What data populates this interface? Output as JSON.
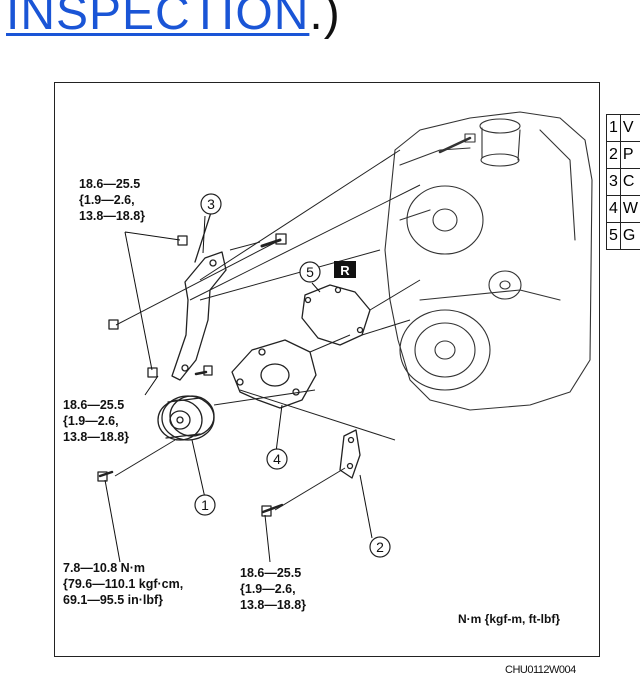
{
  "heading": {
    "link_text": "INSPECTION",
    "tail": ".)"
  },
  "callouts": {
    "t_bracket_top": [
      "18.6—25.5",
      "{1.9—2.6,",
      "13.8—18.8}"
    ],
    "t_bracket_mid": [
      "18.6—25.5",
      "{1.9—2.6,",
      "13.8—18.8}"
    ],
    "t_pulley": [
      "7.8—10.8 N·m",
      "{79.6—110.1 kgf·cm,",
      "69.1—95.5 in·lbf}"
    ],
    "t_bottom": [
      "18.6—25.5",
      "{1.9—2.6,",
      "13.8—18.8}"
    ]
  },
  "part_numbers": [
    "1",
    "2",
    "3",
    "4",
    "5"
  ],
  "replace_marker": "R",
  "units_note": "N·m {kgf-m, ft-lbf}",
  "figure_id": "CHU0112W004",
  "legend_rows": [
    {
      "num": "1",
      "text": "V"
    },
    {
      "num": "2",
      "text": "P"
    },
    {
      "num": "3",
      "text": "C"
    },
    {
      "num": "4",
      "text": "W"
    },
    {
      "num": "5",
      "text": "G"
    }
  ]
}
